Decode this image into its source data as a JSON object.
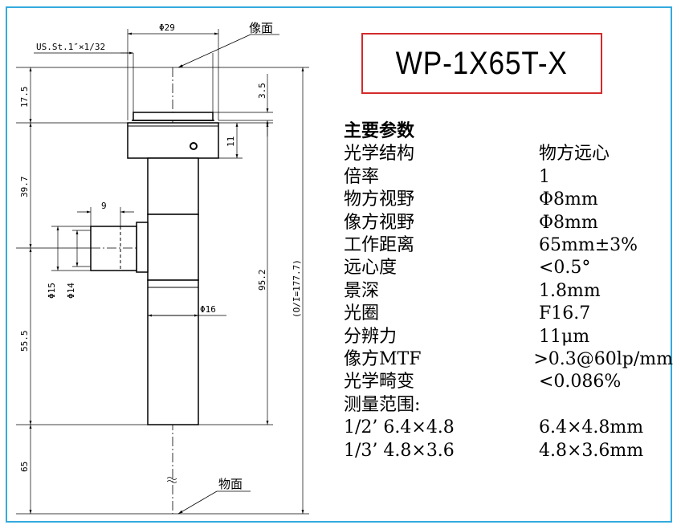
{
  "model": "WP-1X65T-X",
  "drawing": {
    "image_plane_label": "像面",
    "object_plane_label": "物面",
    "thread_label": "US.St.1″×1/32",
    "dims": {
      "d29": "Φ29",
      "d15": "Φ15",
      "d14": "Φ14",
      "d16": "Φ16",
      "w9": "9",
      "h11": "11",
      "h3_5": "3.5",
      "h17_5": "17.5",
      "h39_7": "39.7",
      "h55_5": "55.5",
      "h65": "65",
      "h95_2": "95.2",
      "total": "(O/I=177.7)"
    }
  },
  "params": {
    "title": "主要参数",
    "rows": [
      {
        "key": "光学结构",
        "value": "物方远心"
      },
      {
        "key": "倍率",
        "value": "1"
      },
      {
        "key": "物方视野",
        "value": "Φ8mm"
      },
      {
        "key": "像方视野",
        "value": "Φ8mm"
      },
      {
        "key": "工作距离",
        "value": "65mm±3%"
      },
      {
        "key": "远心度",
        "value": "<0.5°"
      },
      {
        "key": "景深",
        "value": "1.8mm"
      },
      {
        "key": "光圈",
        "value": "F16.7"
      },
      {
        "key": "分辨力",
        "value": "11μm"
      },
      {
        "key": "像方MTF",
        "value": ">0.3@60lp/mm"
      },
      {
        "key": "光学畸变",
        "value": "<0.086%"
      }
    ],
    "measure_title": "测量范围:",
    "measure_rows": [
      {
        "key": "1/2’ 6.4×4.8",
        "value": "6.4×4.8mm"
      },
      {
        "key": "1/3’ 4.8×3.6",
        "value": "4.8×3.6mm"
      }
    ]
  },
  "colors": {
    "frame": "#33aadd",
    "model_box": "#d42a2a"
  }
}
